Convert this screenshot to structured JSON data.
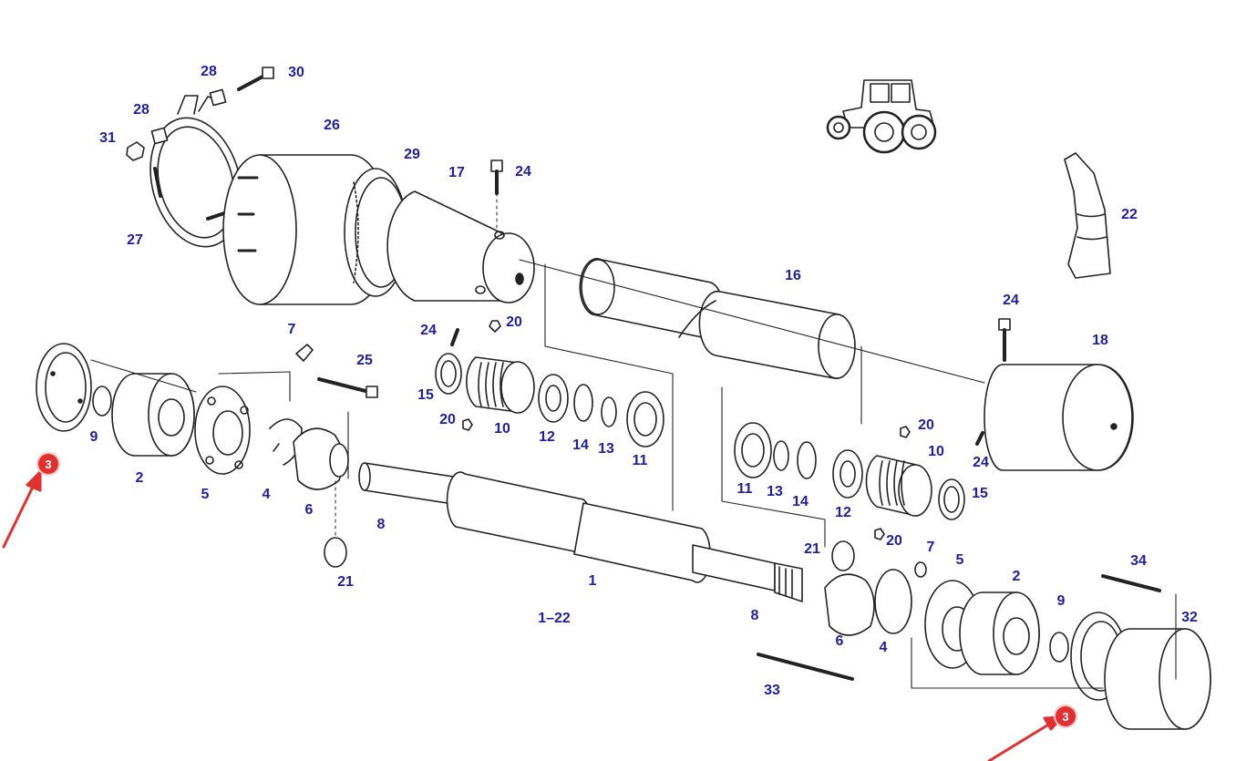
{
  "colors": {
    "callout_text": "#1f1f9a",
    "line_art": "#222222",
    "marker_fill": "#e03030",
    "arrow": "#e03030"
  },
  "markers": [
    {
      "id": "marker-left",
      "label": "3"
    },
    {
      "id": "marker-right",
      "label": "3"
    }
  ],
  "callouts": [
    {
      "id": "c28a",
      "text": "28"
    },
    {
      "id": "c30",
      "text": "30"
    },
    {
      "id": "c28b",
      "text": "28"
    },
    {
      "id": "c31",
      "text": "31"
    },
    {
      "id": "c26",
      "text": "26"
    },
    {
      "id": "c29",
      "text": "29"
    },
    {
      "id": "c17",
      "text": "17"
    },
    {
      "id": "c24a",
      "text": "24"
    },
    {
      "id": "c27",
      "text": "27"
    },
    {
      "id": "c22",
      "text": "22"
    },
    {
      "id": "c16",
      "text": "16"
    },
    {
      "id": "c24b",
      "text": "24"
    },
    {
      "id": "c18",
      "text": "18"
    },
    {
      "id": "c7a",
      "text": "7"
    },
    {
      "id": "c24c",
      "text": "24"
    },
    {
      "id": "c20a",
      "text": "20"
    },
    {
      "id": "c25",
      "text": "25"
    },
    {
      "id": "c15a",
      "text": "15"
    },
    {
      "id": "c20b",
      "text": "20"
    },
    {
      "id": "c10a",
      "text": "10"
    },
    {
      "id": "c12a",
      "text": "12"
    },
    {
      "id": "c14a",
      "text": "14"
    },
    {
      "id": "c13a",
      "text": "13"
    },
    {
      "id": "c11a",
      "text": "11"
    },
    {
      "id": "c9a",
      "text": "9"
    },
    {
      "id": "c2a",
      "text": "2"
    },
    {
      "id": "c5a",
      "text": "5"
    },
    {
      "id": "c4a",
      "text": "4"
    },
    {
      "id": "c6a",
      "text": "6"
    },
    {
      "id": "c8a",
      "text": "8"
    },
    {
      "id": "c21a",
      "text": "21"
    },
    {
      "id": "c20c",
      "text": "20"
    },
    {
      "id": "c10b",
      "text": "10"
    },
    {
      "id": "c24d",
      "text": "24"
    },
    {
      "id": "c11b",
      "text": "11"
    },
    {
      "id": "c13b",
      "text": "13"
    },
    {
      "id": "c14b",
      "text": "14"
    },
    {
      "id": "c12b",
      "text": "12"
    },
    {
      "id": "c15b",
      "text": "15"
    },
    {
      "id": "c1",
      "text": "1"
    },
    {
      "id": "c122",
      "text": "1–22"
    },
    {
      "id": "c21b",
      "text": "21"
    },
    {
      "id": "c20d",
      "text": "20"
    },
    {
      "id": "c7b",
      "text": "7"
    },
    {
      "id": "c5b",
      "text": "5"
    },
    {
      "id": "c2b",
      "text": "2"
    },
    {
      "id": "c34",
      "text": "34"
    },
    {
      "id": "c9b",
      "text": "9"
    },
    {
      "id": "c32",
      "text": "32"
    },
    {
      "id": "c8b",
      "text": "8"
    },
    {
      "id": "c6b",
      "text": "6"
    },
    {
      "id": "c4b",
      "text": "4"
    },
    {
      "id": "c33",
      "text": "33"
    }
  ]
}
